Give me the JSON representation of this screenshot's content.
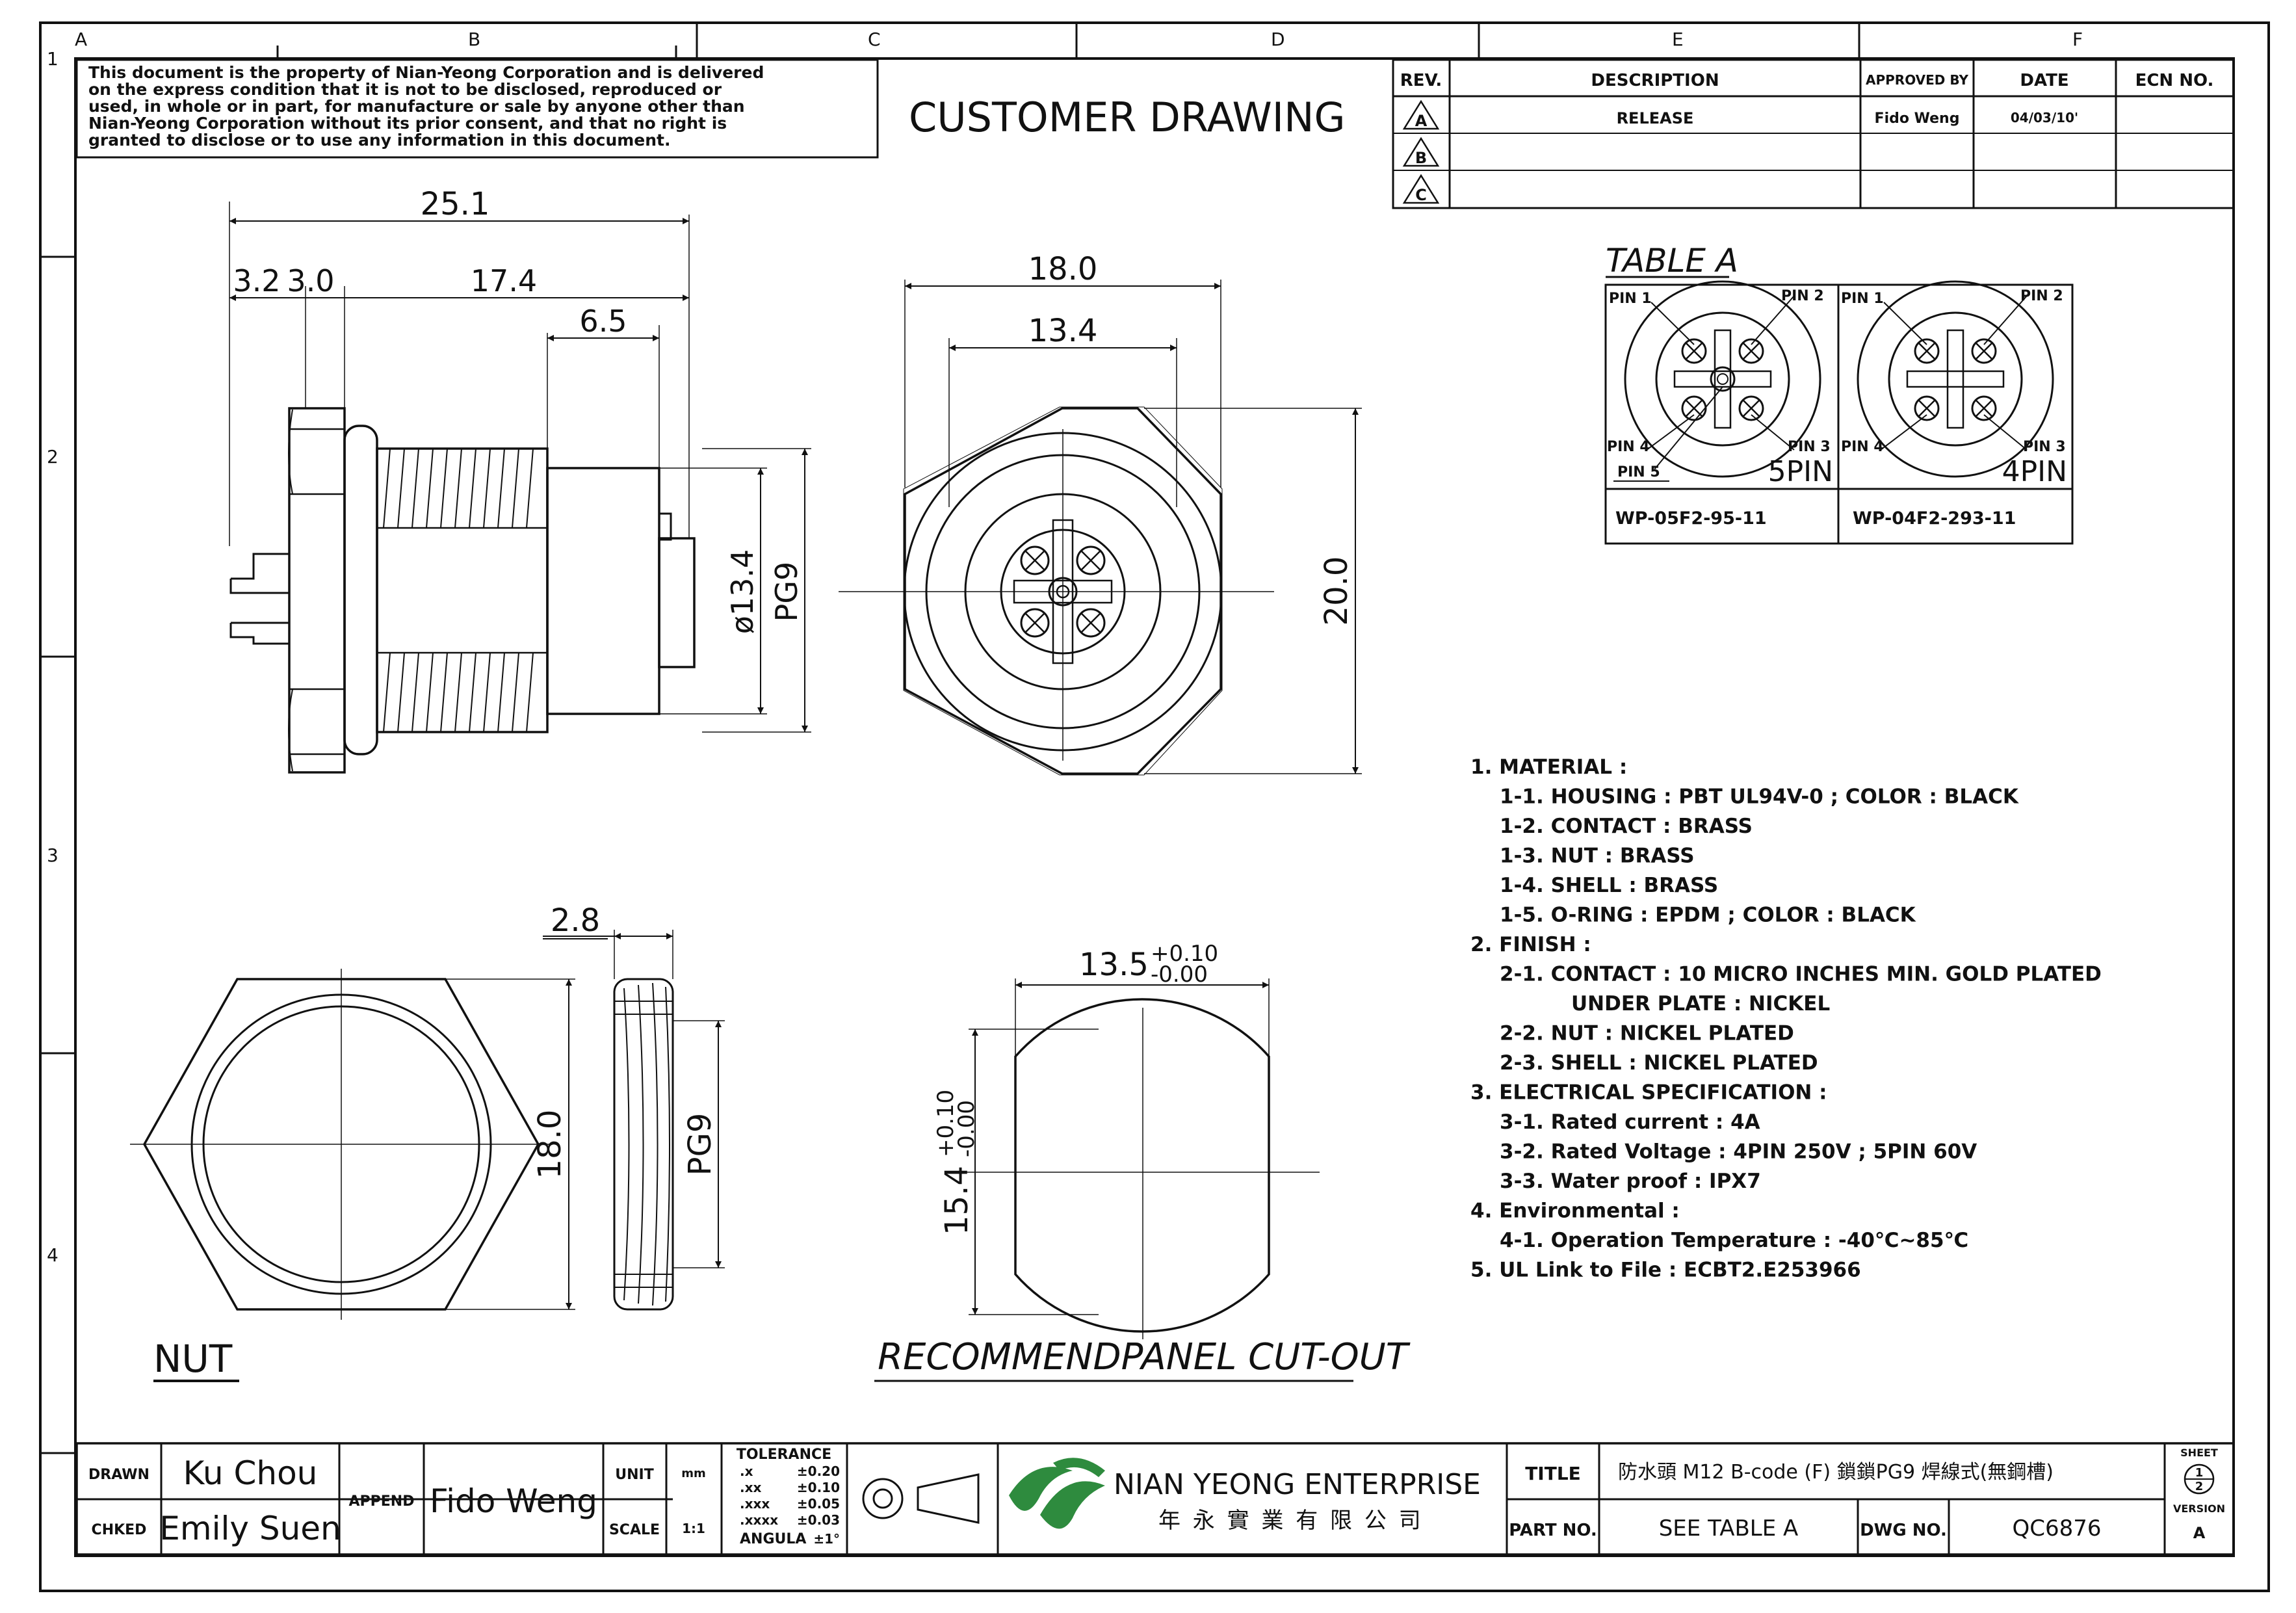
{
  "border": {
    "col_labels": [
      "A",
      "B",
      "C",
      "D",
      "E",
      "F"
    ],
    "row_labels": [
      "1",
      "2",
      "3",
      "4"
    ]
  },
  "notice": [
    "This document is the property of Nian-Yeong Corporation and is delivered",
    "on  the  express condition that it is not to be disclosed, reproduced or",
    "used, in whole or in part, for manufacture or sale by anyone other than",
    "Nian-Yeong Corporation without  its prior consent, and that  no right  is",
    "granted to disclose or to use any information in this  document."
  ],
  "header_title": "CUSTOMER  DRAWING",
  "revision_table": {
    "headers": [
      "REV.",
      "DESCRIPTION",
      "APPROVED BY",
      "DATE",
      "ECN NO."
    ],
    "rows": [
      {
        "rev": "A",
        "description": "RELEASE",
        "approved": "Fido Weng",
        "date": "04/03/10'",
        "ecn": ""
      },
      {
        "rev": "B",
        "description": "",
        "approved": "",
        "date": "",
        "ecn": ""
      },
      {
        "rev": "C",
        "description": "",
        "approved": "",
        "date": "",
        "ecn": ""
      }
    ]
  },
  "side_view": {
    "dims": {
      "overall": "25.1",
      "d1": "3.2",
      "d2": "3.0",
      "d3": "17.4",
      "d4": "6.5",
      "dia": "ø13.4",
      "thread": "PG9"
    }
  },
  "front_view": {
    "dims": {
      "outer": "18.0",
      "inner": "13.4",
      "height": "20.0"
    }
  },
  "table_a": {
    "title": "TABLE  A",
    "five_pin": {
      "pins": [
        "PIN 1",
        "PIN 2",
        "PIN 3",
        "PIN 4",
        "PIN 5"
      ],
      "label": "5PIN",
      "part": "WP-05F2-95-11"
    },
    "four_pin": {
      "pins": [
        "PIN 1",
        "PIN 2",
        "PIN 3",
        "PIN 4"
      ],
      "label": "4PIN",
      "part": "WP-04F2-293-11"
    }
  },
  "specs": [
    {
      "indent": 0,
      "text": "1.  MATERIAL  :"
    },
    {
      "indent": 1,
      "text": "1-1.  HOUSING  :  PBT  UL94V-0  ;  COLOR  :  BLACK"
    },
    {
      "indent": 1,
      "text": "1-2.  CONTACT  :  BRASS"
    },
    {
      "indent": 1,
      "text": "1-3.  NUT  :  BRASS"
    },
    {
      "indent": 1,
      "text": "1-4.  SHELL  :  BRASS"
    },
    {
      "indent": 1,
      "text": "1-5.  O-RING  :  EPDM  ;  COLOR  :  BLACK"
    },
    {
      "indent": 0,
      "text": "2.  FINISH  :"
    },
    {
      "indent": 1,
      "text": "2-1.  CONTACT  :  10  MICRO  INCHES  MIN.  GOLD  PLATED"
    },
    {
      "indent": 2,
      "text": "UNDER  PLATE  :  NICKEL"
    },
    {
      "indent": 1,
      "text": "2-2.  NUT  :  NICKEL  PLATED"
    },
    {
      "indent": 1,
      "text": "2-3.  SHELL  :  NICKEL  PLATED"
    },
    {
      "indent": 0,
      "text": "3.  ELECTRICAL  SPECIFICATION  :"
    },
    {
      "indent": 1,
      "text": "3-1.  Rated  current  :  4A"
    },
    {
      "indent": 1,
      "text": "3-2.  Rated  Voltage  :  4PIN  250V  ;  5PIN  60V"
    },
    {
      "indent": 1,
      "text": "3-3.  Water  proof  :  IPX7"
    },
    {
      "indent": 0,
      "text": "4.  Environmental  :"
    },
    {
      "indent": 1,
      "text": "4-1.  Operation  Temperature  :  -40℃~85℃"
    },
    {
      "indent": 0,
      "text": "5.  UL  Link  to  File  :  ECBT2.E253966"
    }
  ],
  "nut_view": {
    "title": "NUT",
    "dims": {
      "thickness": "2.8",
      "across": "18.0",
      "thread": "PG9"
    }
  },
  "cutout_view": {
    "title": "RECOMMENDPANEL  CUT-OUT",
    "width": {
      "base": "13.5",
      "tol_plus": "+0.10",
      "tol_minus": "-0.00"
    },
    "height": {
      "base": "15.4",
      "tol_plus": "+0.10",
      "tol_minus": "-0.00"
    }
  },
  "title_block": {
    "drawn_label": "DRAWN",
    "drawn_name": "Ku Chou",
    "checked_label": "CHKED",
    "checked_name": "Emily Suen",
    "append_label": "APPEND",
    "append_name": "Fido Weng",
    "unit_label": "UNIT",
    "unit_value": "mm",
    "scale_label": "SCALE",
    "scale_value": "1:1",
    "tolerance_title": "TOLERANCE",
    "tolerances": [
      {
        "k": ".x",
        "v": "±0.20"
      },
      {
        "k": ".xx",
        "v": "±0.10"
      },
      {
        "k": ".xxx",
        "v": "±0.05"
      },
      {
        "k": ".xxxx",
        "v": "±0.03"
      },
      {
        "k": "ANGULA",
        "v": "±1°"
      }
    ],
    "company_en": "NIAN YEONG ENTERPRISE",
    "company_zh": "年 永 實 業 有 限 公 司",
    "title_label": "TITLE",
    "title_value": "防水頭  M12  B-code  (F)  鎖鎖PG9  焊線式(無鋼槽)",
    "part_label": "PART NO.",
    "part_value": "SEE  TABLE  A",
    "dwg_label": "DWG NO.",
    "dwg_value": "QC6876",
    "sheet_label": "SHEET",
    "sheet_num": "1",
    "sheet_total": "2",
    "version_label": "VERSION",
    "version_value": "A"
  }
}
